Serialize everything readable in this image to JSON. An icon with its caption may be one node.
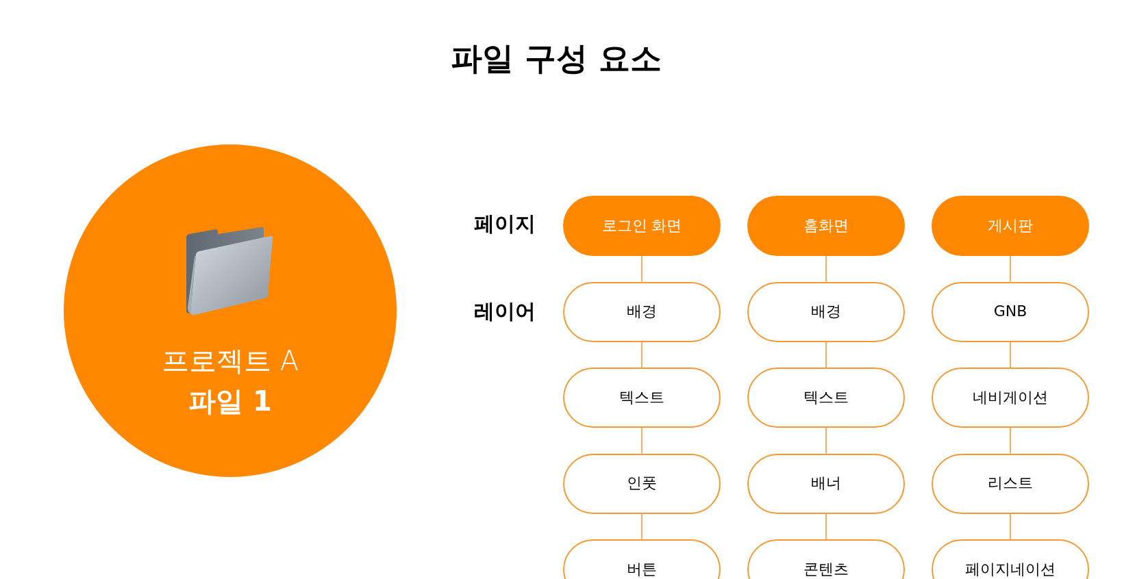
{
  "diagram": {
    "title": "파일 구성 요소",
    "nodes": [
      {
        "text": [
          "프로젝트 A",
          "파일 1"
        ]
      },
      {
        "text": [
          "로그인 화면"
        ]
      },
      {
        "text": [
          "홈화면"
        ]
      },
      {
        "text": [
          "게시판"
        ]
      },
      {
        "text": [
          "배경"
        ]
      },
      {
        "text": [
          "배경"
        ]
      },
      {
        "text": [
          "GNB"
        ]
      },
      {
        "text": [
          "텍스트"
        ]
      },
      {
        "text": [
          "텍스트"
        ]
      },
      {
        "text": [
          "네비게이션"
        ]
      },
      {
        "text": [
          "인풋"
        ]
      },
      {
        "text": [
          "배너"
        ]
      },
      {
        "text": [
          "리스트"
        ]
      },
      {
        "text": [
          "버튼"
        ]
      },
      {
        "text": [
          "콘텐츠"
        ]
      },
      {
        "text": [
          "페이지네이션"
        ]
      }
    ],
    "edges": [
      {
        "from": 1,
        "to": 4,
        "arrow": "none"
      },
      {
        "from": 4,
        "to": 7,
        "arrow": "none"
      },
      {
        "from": 7,
        "to": 10,
        "arrow": "none"
      },
      {
        "from": 10,
        "to": 13,
        "arrow": "none"
      },
      {
        "from": 2,
        "to": 5,
        "arrow": "none"
      },
      {
        "from": 5,
        "to": 8,
        "arrow": "none"
      },
      {
        "from": 8,
        "to": 11,
        "arrow": "none"
      },
      {
        "from": 11,
        "to": 14,
        "arrow": "none"
      },
      {
        "from": 3,
        "to": 6,
        "arrow": "none"
      },
      {
        "from": 6,
        "to": 9,
        "arrow": "none"
      },
      {
        "from": 9,
        "to": 12,
        "arrow": "none"
      },
      {
        "from": 12,
        "to": 15,
        "arrow": "none"
      }
    ],
    "labels": [
      "페이지",
      "레이어"
    ]
  }
}
